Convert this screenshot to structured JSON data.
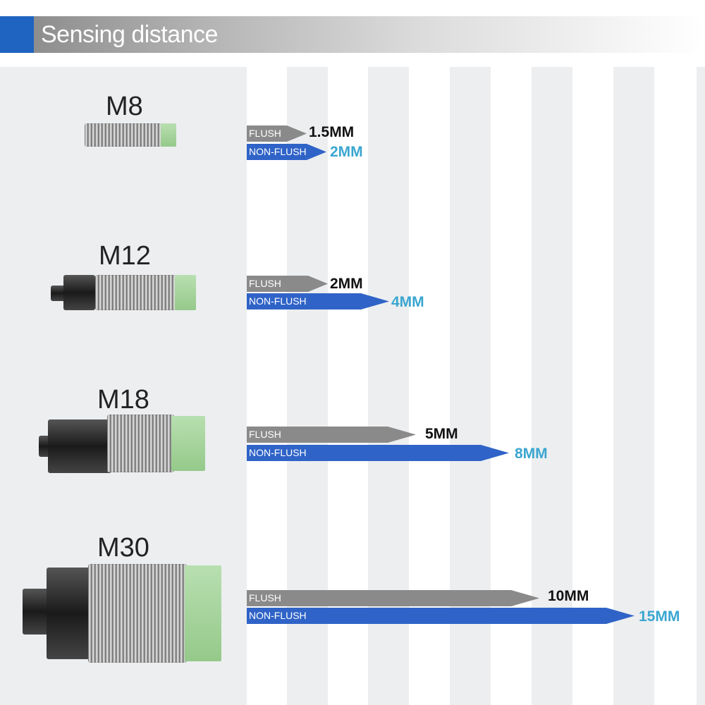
{
  "header": {
    "title": "Sensing distance"
  },
  "legend": {
    "flush": "FLUSH",
    "non_flush": "NON-FLUSH"
  },
  "colors": {
    "accent": "#1f64c0",
    "flush": "#8a8a8a",
    "non_flush": "#2f63c7",
    "non_flush_text": "#3aa6d0"
  },
  "sensors": [
    {
      "model": "M8",
      "flush": "1.5MM",
      "non_flush": "2MM"
    },
    {
      "model": "M12",
      "flush": "2MM",
      "non_flush": "4MM"
    },
    {
      "model": "M18",
      "flush": "5MM",
      "non_flush": "8MM"
    },
    {
      "model": "M30",
      "flush": "10MM",
      "non_flush": "15MM"
    }
  ]
}
